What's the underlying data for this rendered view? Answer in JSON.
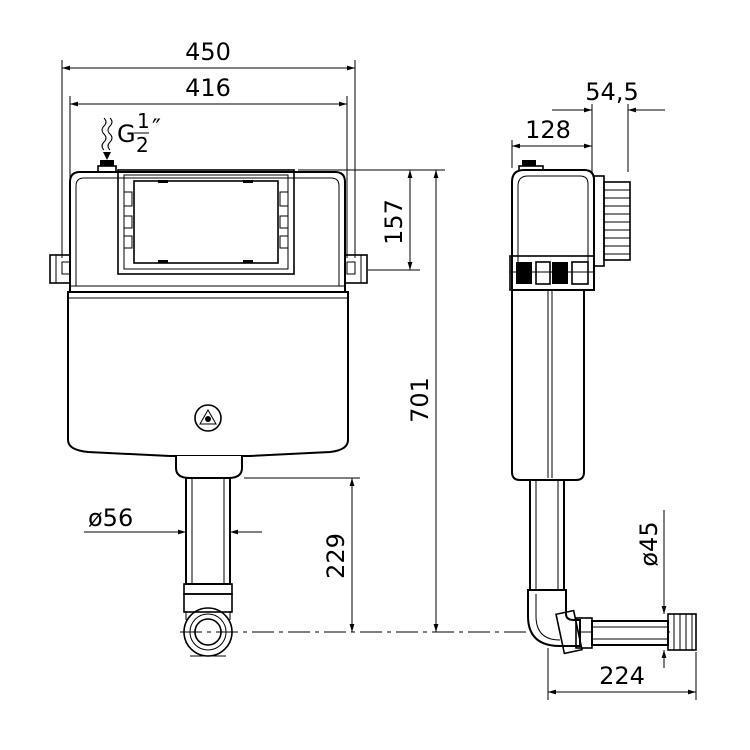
{
  "dimensions": {
    "total_width": "450",
    "bracket_width": "416",
    "inlet_thread_prefix": "G",
    "inlet_thread_num": "1",
    "inlet_thread_den": "2",
    "inlet_thread_suffix": "″",
    "bracket_height": "157",
    "total_height": "701",
    "outlet_diameter": "ø56",
    "outlet_height": "229",
    "side_depth": "128",
    "flange_depth": "54,5",
    "elbow_diameter": "ø45",
    "elbow_length": "224"
  },
  "colors": {
    "line": "#000000",
    "background": "#ffffff"
  }
}
